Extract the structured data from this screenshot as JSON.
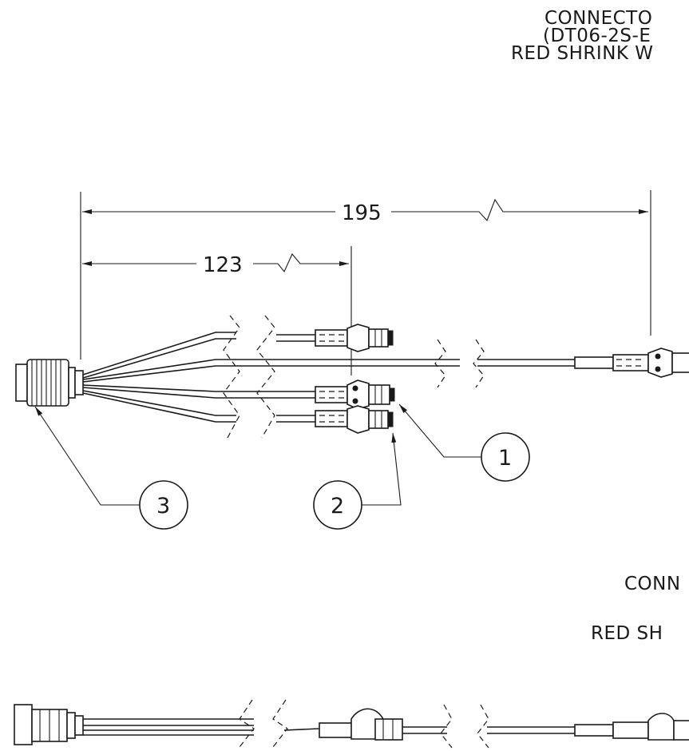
{
  "notes": {
    "top_line1": "CONNECTO",
    "top_line2": "(DT06-2S-E",
    "top_line3": "RED SHRINK W",
    "mid_line1": "CONN",
    "mid_line2": "RED SH"
  },
  "dimensions": {
    "overall": "195",
    "branch": "123"
  },
  "balloons": {
    "b1": "1",
    "b2": "2",
    "b3": "3"
  }
}
